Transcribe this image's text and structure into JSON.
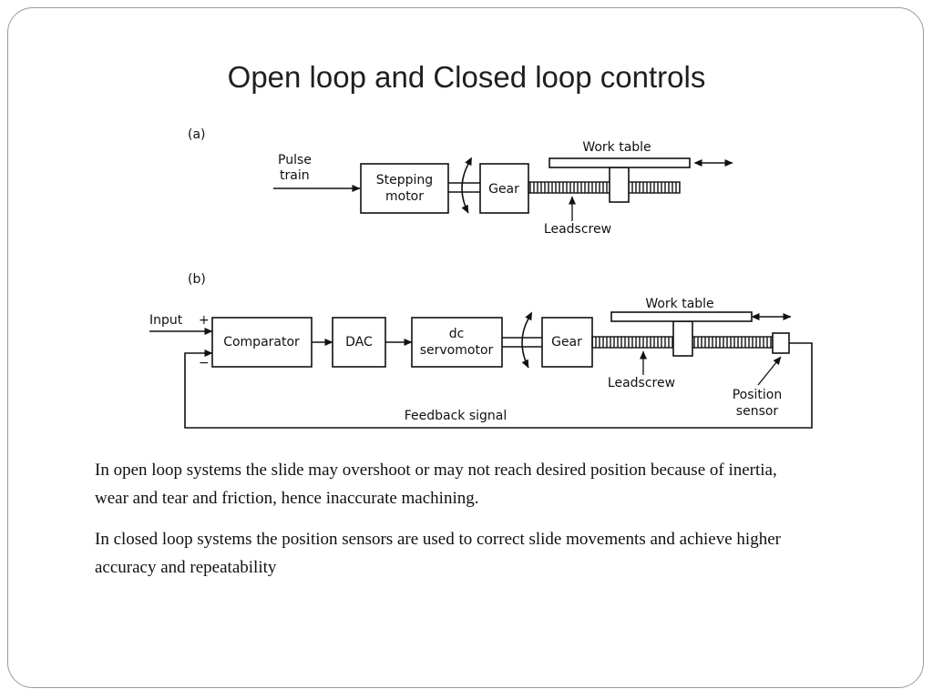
{
  "slide": {
    "title": "Open loop and Closed loop controls",
    "paragraphs": [
      "In open loop systems  the slide may overshoot or may not reach desired position because of inertia, wear and tear and friction, hence inaccurate machining.",
      "In closed loop systems  the position sensors are used to correct slide movements and achieve higher accuracy and repeatability"
    ]
  },
  "diagram_a": {
    "label": "(a)",
    "input_line1": "Pulse",
    "input_line2": "train",
    "motor_line1": "Stepping",
    "motor_line2": "motor",
    "gear": "Gear",
    "work_table": "Work table",
    "leadscrew": "Leadscrew"
  },
  "diagram_b": {
    "label": "(b)",
    "input": "Input",
    "plus": "+",
    "minus": "−",
    "comparator": "Comparator",
    "dac": "DAC",
    "motor_line1": "dc",
    "motor_line2": "servomotor",
    "gear": "Gear",
    "work_table": "Work table",
    "leadscrew": "Leadscrew",
    "sensor_line1": "Position",
    "sensor_line2": "sensor",
    "feedback": "Feedback signal"
  }
}
